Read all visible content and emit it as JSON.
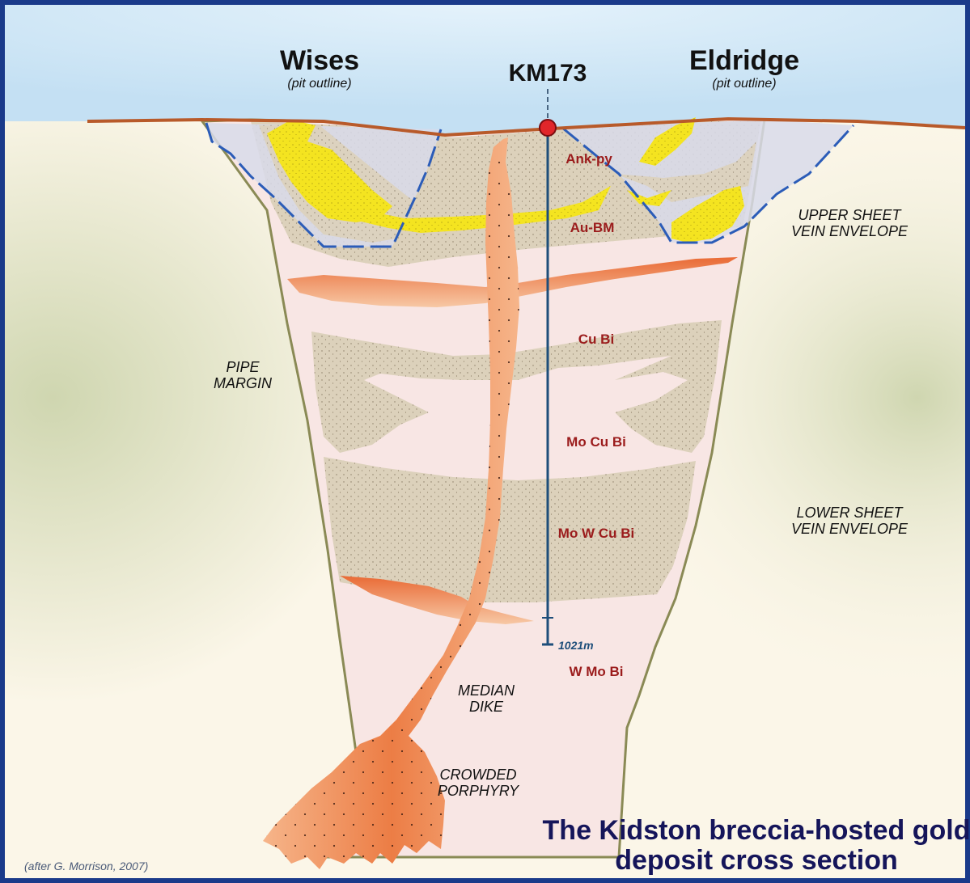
{
  "pits": {
    "left": {
      "name": "Wises",
      "sub": "(pit outline)"
    },
    "right": {
      "name": "Eldridge",
      "sub": "(pit outline)"
    }
  },
  "drillhole": {
    "name": "KM173",
    "depth_label": "1021m"
  },
  "zones": [
    "Ank-py",
    "Au-BM",
    "Cu Bi",
    "Mo Cu Bi",
    "Mo W Cu Bi",
    "W Mo Bi"
  ],
  "annotations": {
    "upper_sheet": [
      "UPPER SHEET",
      "VEIN ENVELOPE"
    ],
    "lower_sheet": [
      "LOWER SHEET",
      "VEIN ENVELOPE"
    ],
    "pipe_margin": [
      "PIPE",
      "MARGIN"
    ],
    "median_dike": [
      "MEDIAN",
      "DIKE"
    ],
    "crowded_porphyry": [
      "CROWDED",
      "PORPHYRY"
    ]
  },
  "title": [
    "The Kidston breccia-hosted gold",
    "deposit cross section"
  ],
  "credit": "(after G. Morrison, 2007)",
  "colors": {
    "frame": "#1a3a8a",
    "sky": "#cfe6f5",
    "ground": "#fbf6e8",
    "pipe": "#f8e4e4",
    "vein_envelope": "#ddd2bd",
    "gold": "#f4e420",
    "dike": "#ec8a55",
    "pit_line": "#2b5cb8",
    "surface": "#b85a2a",
    "zone_text": "#9b1c1c",
    "title": "#15155a"
  }
}
